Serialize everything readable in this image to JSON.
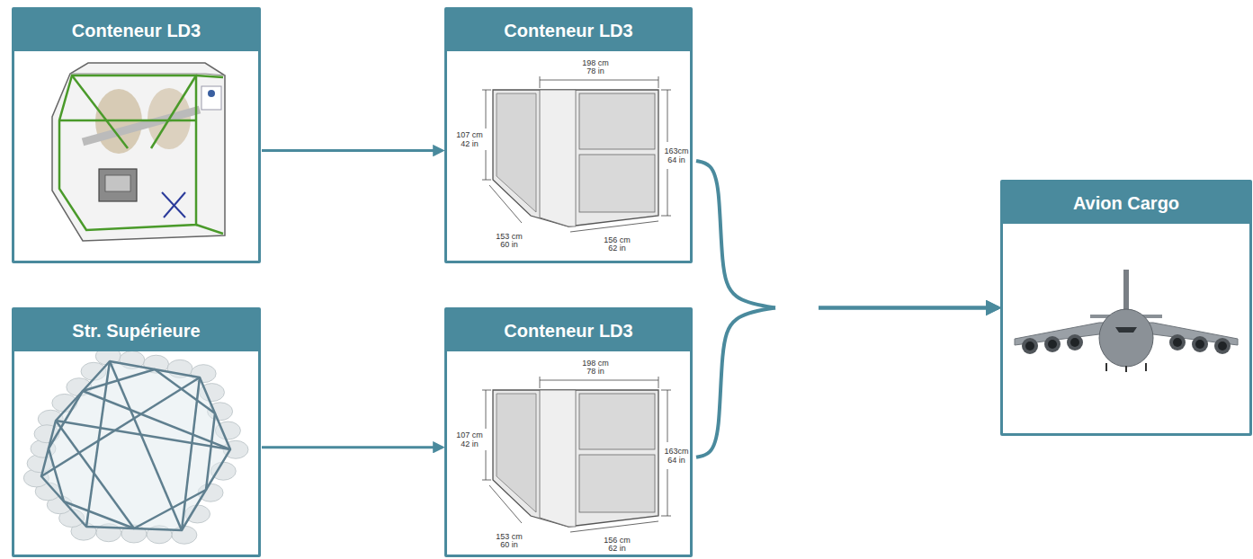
{
  "diagram": {
    "nodes": [
      {
        "text": [
          "Conteneur LD3"
        ]
      },
      {
        "text": [
          "Conteneur LD3"
        ]
      },
      {
        "text": [
          "Avion Cargo"
        ]
      },
      {
        "text": [
          "Str. Supérieure"
        ]
      },
      {
        "text": [
          "Conteneur LD3"
        ]
      }
    ],
    "edges": [
      {
        "from": 0,
        "to": 1,
        "arrow": "to"
      },
      {
        "from": 3,
        "to": 4,
        "arrow": "to"
      },
      {
        "from": 1,
        "to": 2,
        "arrow": "to"
      },
      {
        "from": 4,
        "to": 2,
        "arrow": "to"
      }
    ],
    "labels": [
      "198 cm",
      "78 in",
      "107 cm",
      "42 in",
      "163cm",
      "64 in",
      "153 cm",
      "60 in",
      "156 cm",
      "62 in",
      "198 cm",
      "78 in",
      "107 cm",
      "42 in",
      "163cm",
      "64 in",
      "153 cm",
      "60 in",
      "156 cm",
      "62 in"
    ]
  }
}
